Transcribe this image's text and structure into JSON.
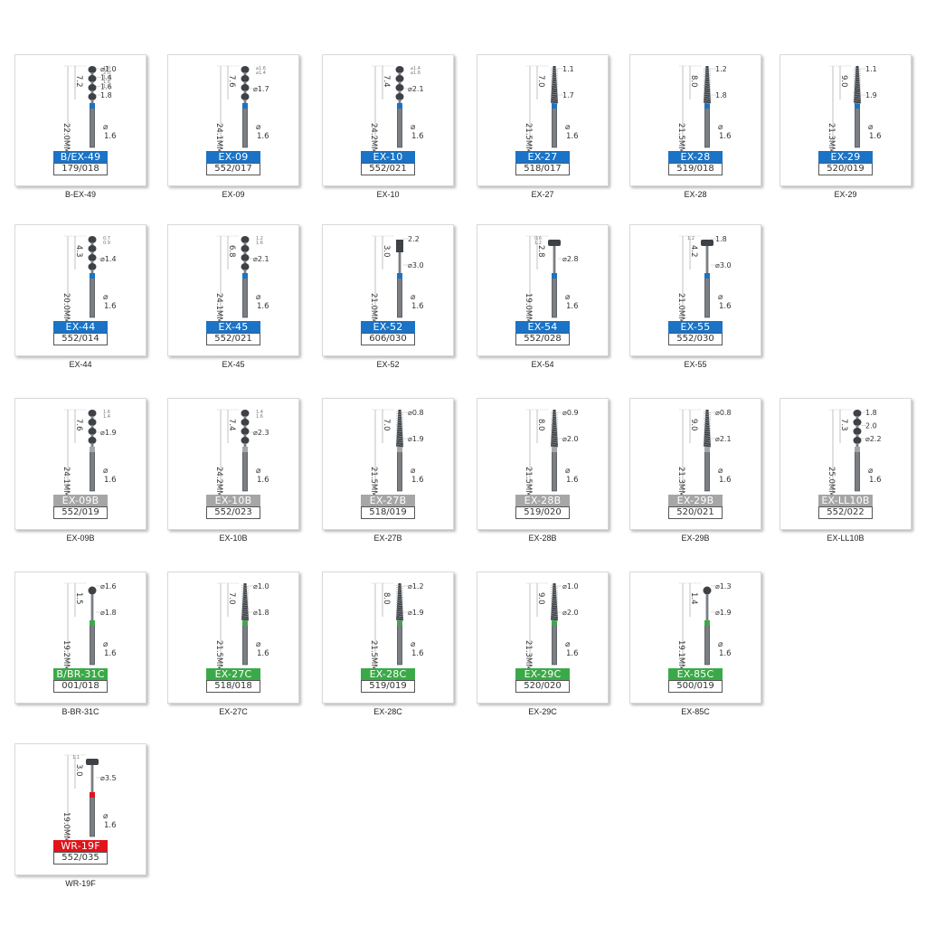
{
  "colors": {
    "blue": "#1a73c6",
    "gray": "#a6a6a6",
    "green": "#3aaa48",
    "red": "#e0141b",
    "metal": "#7b7e82",
    "metal_dark": "#3e4246"
  },
  "items": [
    {
      "title": "B-EX-49",
      "tag": "B/EX-49",
      "code": "179/018",
      "color": "blue",
      "length": "22.0MM",
      "head": "7.2",
      "diameters": [
        "⌀1.0",
        "1.4",
        "1.6",
        "1.8"
      ],
      "shank": "1.6",
      "small": [
        "1.8",
        "2.0",
        "1.8",
        "1.8",
        "1.8"
      ],
      "shape": "stack"
    },
    {
      "title": "EX-09",
      "tag": "EX-09",
      "code": "552/017",
      "color": "blue",
      "length": "24.1MM",
      "head": "7.6",
      "diameters": [
        "⌀1.7"
      ],
      "shank": "1.6",
      "small": [
        "⌀1.6",
        "⌀1.4"
      ],
      "shape": "stack"
    },
    {
      "title": "EX-10",
      "tag": "EX-10",
      "code": "552/021",
      "color": "blue",
      "length": "24.2MM",
      "head": "7.4",
      "diameters": [
        "⌀2.1"
      ],
      "shank": "1.6",
      "small": [
        "⌀1.4",
        "⌀1.6"
      ],
      "shape": "stack"
    },
    {
      "title": "EX-27",
      "tag": "EX-27",
      "code": "518/017",
      "color": "blue",
      "length": "21.5MM",
      "head": "7.0",
      "diameters": [
        "1.1",
        "1.7"
      ],
      "shank": "1.6",
      "small": [],
      "shape": "taper"
    },
    {
      "title": "EX-28",
      "tag": "EX-28",
      "code": "519/018",
      "color": "blue",
      "length": "21.5MM",
      "head": "8.0",
      "diameters": [
        "1.2",
        "1.8"
      ],
      "shank": "1.6",
      "small": [],
      "shape": "taper"
    },
    {
      "title": "EX-29",
      "tag": "EX-29",
      "code": "520/019",
      "color": "blue",
      "length": "21.3MM",
      "head": "9.0",
      "diameters": [
        "1.1",
        "1.9"
      ],
      "shank": "1.6",
      "small": [],
      "shape": "taper"
    },
    {
      "title": "EX-44",
      "tag": "EX-44",
      "code": "552/014",
      "color": "blue",
      "length": "20.0MM",
      "head": "4.3",
      "diameters": [
        "⌀1.4"
      ],
      "shank": "1.6",
      "small": [
        "0.7",
        "0.9"
      ],
      "shape": "stack"
    },
    {
      "title": "EX-45",
      "tag": "EX-45",
      "code": "552/021",
      "color": "blue",
      "length": "24.1MM",
      "head": "6.8",
      "diameters": [
        "⌀2.1"
      ],
      "shank": "1.6",
      "small": [
        "1.2",
        "1.6"
      ],
      "shape": "stack"
    },
    {
      "title": "EX-52",
      "tag": "EX-52",
      "code": "606/030",
      "color": "blue",
      "length": "21.0MM",
      "head": "3.0",
      "diameters": [
        "2.2",
        "⌀3.0"
      ],
      "shank": "1.6",
      "small": [],
      "shape": "cyl"
    },
    {
      "title": "EX-54",
      "tag": "EX-54",
      "code": "552/028",
      "color": "blue",
      "length": "19.0MM",
      "head": "2.8",
      "diameters": [
        "⌀2.8"
      ],
      "shank": "1.6",
      "small": [
        "0.6",
        "1.2"
      ],
      "shape": "disc"
    },
    {
      "title": "EX-55",
      "tag": "EX-55",
      "code": "552/030",
      "color": "blue",
      "length": "21.0MM",
      "head": "4.2",
      "diameters": [
        "1.8",
        "⌀3.0"
      ],
      "shank": "1.6",
      "small": [
        "1.2"
      ],
      "shape": "disc"
    },
    {
      "title": "EX-09B",
      "tag": "EX-09B",
      "code": "552/019",
      "color": "gray",
      "length": "24.1MM",
      "head": "7.6",
      "diameters": [
        "⌀1.9"
      ],
      "shank": "1.6",
      "small": [
        "1.6",
        "1.4"
      ],
      "shape": "stack"
    },
    {
      "title": "EX-10B",
      "tag": "EX-10B",
      "code": "552/023",
      "color": "gray",
      "length": "24.2MM",
      "head": "7.4",
      "diameters": [
        "⌀2.3"
      ],
      "shank": "1.6",
      "small": [
        "1.4",
        "1.6"
      ],
      "shape": "stack"
    },
    {
      "title": "EX-27B",
      "tag": "EX-27B",
      "code": "518/019",
      "color": "gray",
      "length": "21.5MM",
      "head": "7.0",
      "diameters": [
        "⌀0.8",
        "⌀1.9"
      ],
      "shank": "1.6",
      "small": [],
      "shape": "taper"
    },
    {
      "title": "EX-28B",
      "tag": "EX-28B",
      "code": "519/020",
      "color": "gray",
      "length": "21.5MM",
      "head": "8.0",
      "diameters": [
        "⌀0.9",
        "⌀2.0"
      ],
      "shank": "1.6",
      "small": [],
      "shape": "taper"
    },
    {
      "title": "EX-29B",
      "tag": "EX-29B",
      "code": "520/021",
      "color": "gray",
      "length": "21.3MM",
      "head": "9.0",
      "diameters": [
        "⌀0.8",
        "⌀2.1"
      ],
      "shank": "1.6",
      "small": [],
      "shape": "taper"
    },
    {
      "title": "EX-LL10B",
      "tag": "EX-LL10B",
      "code": "552/022",
      "color": "gray",
      "length": "25.0MM",
      "head": "7.3",
      "diameters": [
        "1.8",
        "2.0",
        "⌀2.2"
      ],
      "shank": "1.6",
      "small": [],
      "shape": "stack"
    },
    {
      "title": "B-BR-31C",
      "tag": "B/BR-31C",
      "code": "001/018",
      "color": "green",
      "length": "19.2MM",
      "head": "1.5",
      "diameters": [
        "⌀1.6",
        "⌀1.8"
      ],
      "shank": "1.6",
      "small": [],
      "shape": "ball"
    },
    {
      "title": "EX-27C",
      "tag": "EX-27C",
      "code": "518/018",
      "color": "green",
      "length": "21.5MM",
      "head": "7.0",
      "diameters": [
        "⌀1.0",
        "⌀1.8"
      ],
      "shank": "1.6",
      "small": [],
      "shape": "taper"
    },
    {
      "title": "EX-28C",
      "tag": "EX-28C",
      "code": "519/019",
      "color": "green",
      "length": "21.5MM",
      "head": "8.0",
      "diameters": [
        "⌀1.2",
        "⌀1.9"
      ],
      "shank": "1.6",
      "small": [],
      "shape": "taper"
    },
    {
      "title": "EX-29C",
      "tag": "EX-29C",
      "code": "520/020",
      "color": "green",
      "length": "21.3MM",
      "head": "9.0",
      "diameters": [
        "⌀1.0",
        "⌀2.0"
      ],
      "shank": "1.6",
      "small": [],
      "shape": "taper"
    },
    {
      "title": "EX-85C",
      "tag": "EX-85C",
      "code": "500/019",
      "color": "green",
      "length": "19.1MM",
      "head": "1.4",
      "diameters": [
        "⌀1.3",
        "⌀1.9"
      ],
      "shank": "1.6",
      "small": [],
      "shape": "ball"
    },
    {
      "title": "WR-19F",
      "tag": "WR-19F",
      "code": "552/035",
      "color": "red",
      "length": "19.0MM",
      "head": "3.0",
      "diameters": [
        "⌀3.5"
      ],
      "shank": "1.6",
      "small": [
        "1.1"
      ],
      "shape": "disc"
    }
  ]
}
